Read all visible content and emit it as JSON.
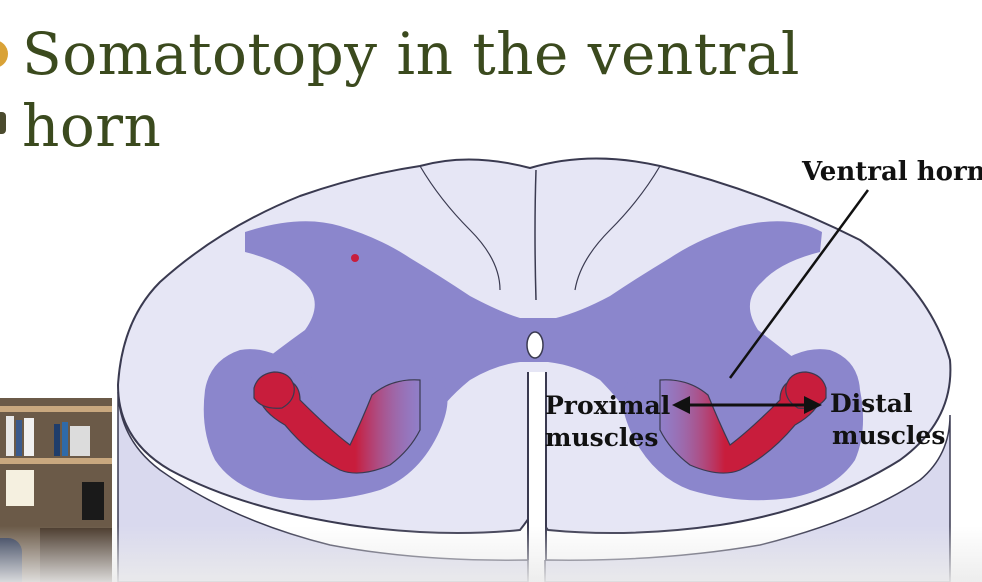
{
  "slide": {
    "title_line1": "Somatotopy in the ventral",
    "title_line2": "horn"
  },
  "diagram": {
    "labels": {
      "ventral_horn": "Ventral horn",
      "proximal_1": "Proximal",
      "proximal_2": "muscles",
      "distal_1": "Distal",
      "distal_2": "muscles"
    },
    "colors": {
      "white_matter": "#e6e6f5",
      "gray_matter": "#8b86cc",
      "muscle_red": "#c81d3c",
      "outline": "#3a3a50",
      "title_text": "#3b4a1e"
    }
  },
  "webcam_overlay": {
    "visible": true,
    "icon": "presenter-video-thumbnail"
  }
}
